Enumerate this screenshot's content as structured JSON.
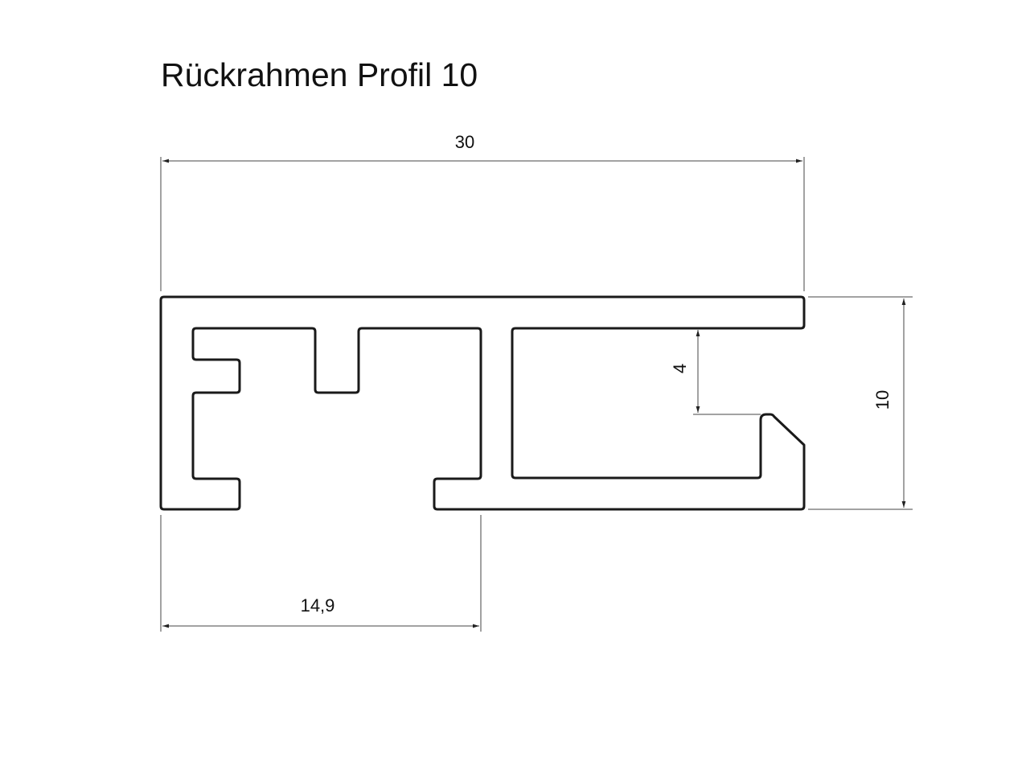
{
  "title": "Rückrahmen Profil 10",
  "dimensions": {
    "total_width": "30",
    "height": "10",
    "groove_depth": "4",
    "partial_width": "14,9"
  },
  "colors": {
    "line": "#1a1a1a",
    "dimension": "#333333"
  }
}
